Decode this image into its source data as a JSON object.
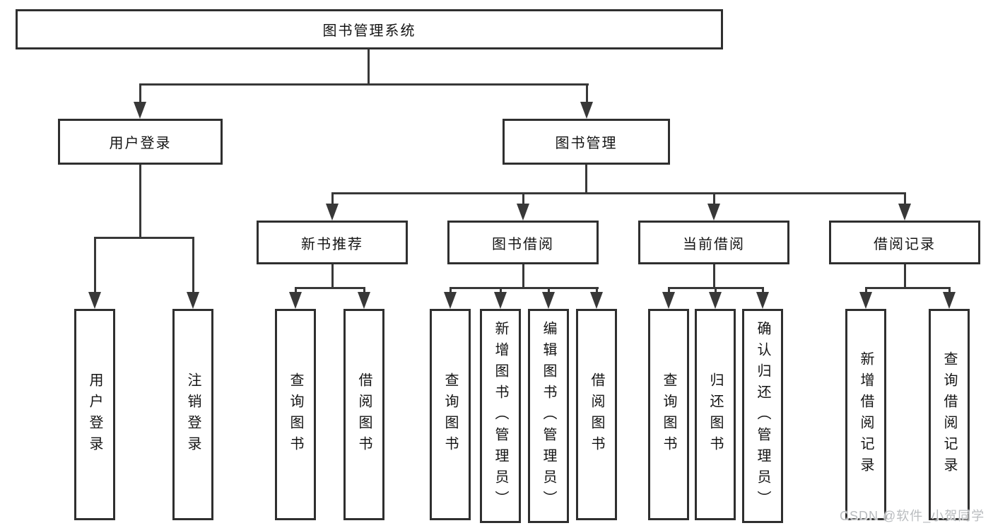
{
  "diagram_title": "图书管理系统",
  "tree": {
    "label": "图书管理系统",
    "children": [
      {
        "label": "用户登录",
        "children": [
          {
            "label": "用户登录"
          },
          {
            "label": "注销登录"
          }
        ]
      },
      {
        "label": "图书管理",
        "children": [
          {
            "label": "新书推荐",
            "children": [
              {
                "label": "查询图书"
              },
              {
                "label": "借阅图书"
              }
            ]
          },
          {
            "label": "图书借阅",
            "children": [
              {
                "label": "查询图书"
              },
              {
                "label": "新增图书（管理员）"
              },
              {
                "label": "编辑图书（管理员）"
              },
              {
                "label": "借阅图书"
              }
            ]
          },
          {
            "label": "当前借阅",
            "children": [
              {
                "label": "查询图书"
              },
              {
                "label": "归还图书"
              },
              {
                "label": "确认归还（管理员）"
              }
            ]
          },
          {
            "label": "借阅记录",
            "children": [
              {
                "label": "新增借阅记录"
              },
              {
                "label": "查询借阅记录"
              }
            ]
          }
        ]
      }
    ]
  },
  "watermark": "CSDN @软件_小贺同学",
  "colors": {
    "line": "#383838",
    "box_border": "#2f2f2f",
    "text": "#141414",
    "watermark": "#b9bcbf",
    "background": "#ffffff"
  }
}
